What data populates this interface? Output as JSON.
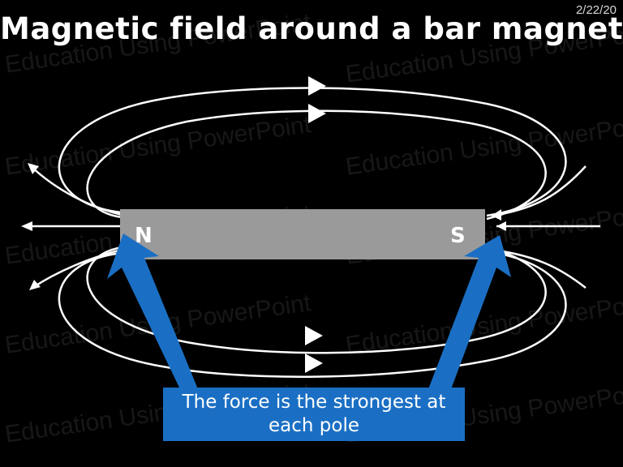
{
  "slide": {
    "date": "2/22/20",
    "title": "Magnetic field around a bar magnet",
    "watermark": "Education Using PowerPoint"
  },
  "magnet": {
    "north_label": "N",
    "south_label": "S",
    "color": "#9a9a9a"
  },
  "callout": {
    "text": "The force is the strongest at each pole",
    "color": "#1a6fc4"
  },
  "colors": {
    "background": "#000000",
    "field_lines": "#ffffff",
    "arrows": "#1a6fc4"
  }
}
